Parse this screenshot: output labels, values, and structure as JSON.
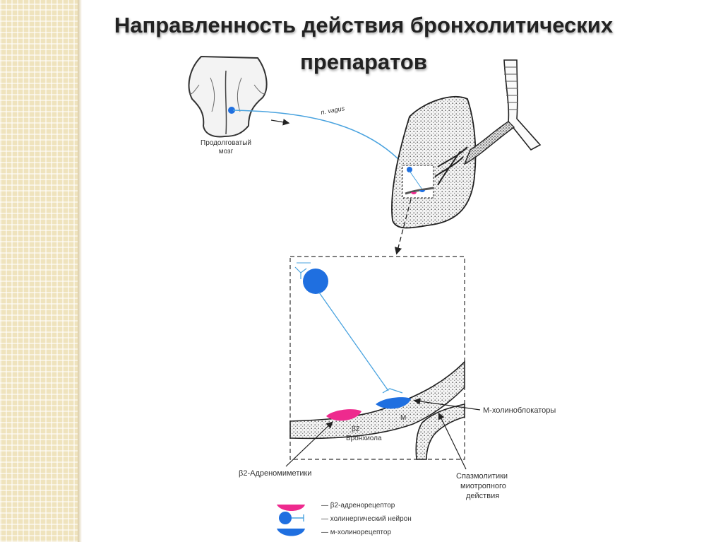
{
  "slide": {
    "title_line1": "Направленность действия бронхолитических",
    "title_line2": "препаратов"
  },
  "diagram": {
    "brain_label_line1": "Продолговатый",
    "brain_label_line2": "мозг",
    "nerve_label": "n. vagus",
    "receptor_beta_label": "β2",
    "receptor_m_label": "M",
    "bronchiole_label": "Бронхиола",
    "callout_m_blockers": "М-холиноблокаторы",
    "callout_beta_label": "β2-Адреномиметики",
    "callout_spasmolytics_line1": "Спазмолитики",
    "callout_spasmolytics_line2": "миотропного",
    "callout_spasmolytics_line3": "действия"
  },
  "legend": {
    "items": [
      {
        "symbol": "magenta-half-disk",
        "label": "— β2-адренорецептор"
      },
      {
        "symbol": "blue-neuron",
        "label": "— холинергический нейрон"
      },
      {
        "symbol": "blue-half-disk",
        "label": "— м-холинорецептор"
      }
    ]
  },
  "colors": {
    "neuron_blue": "#1f6fe0",
    "nerve_line": "#4aa3df",
    "receptor_magenta": "#ee2a8e",
    "tissue_fill": "#ececec"
  }
}
